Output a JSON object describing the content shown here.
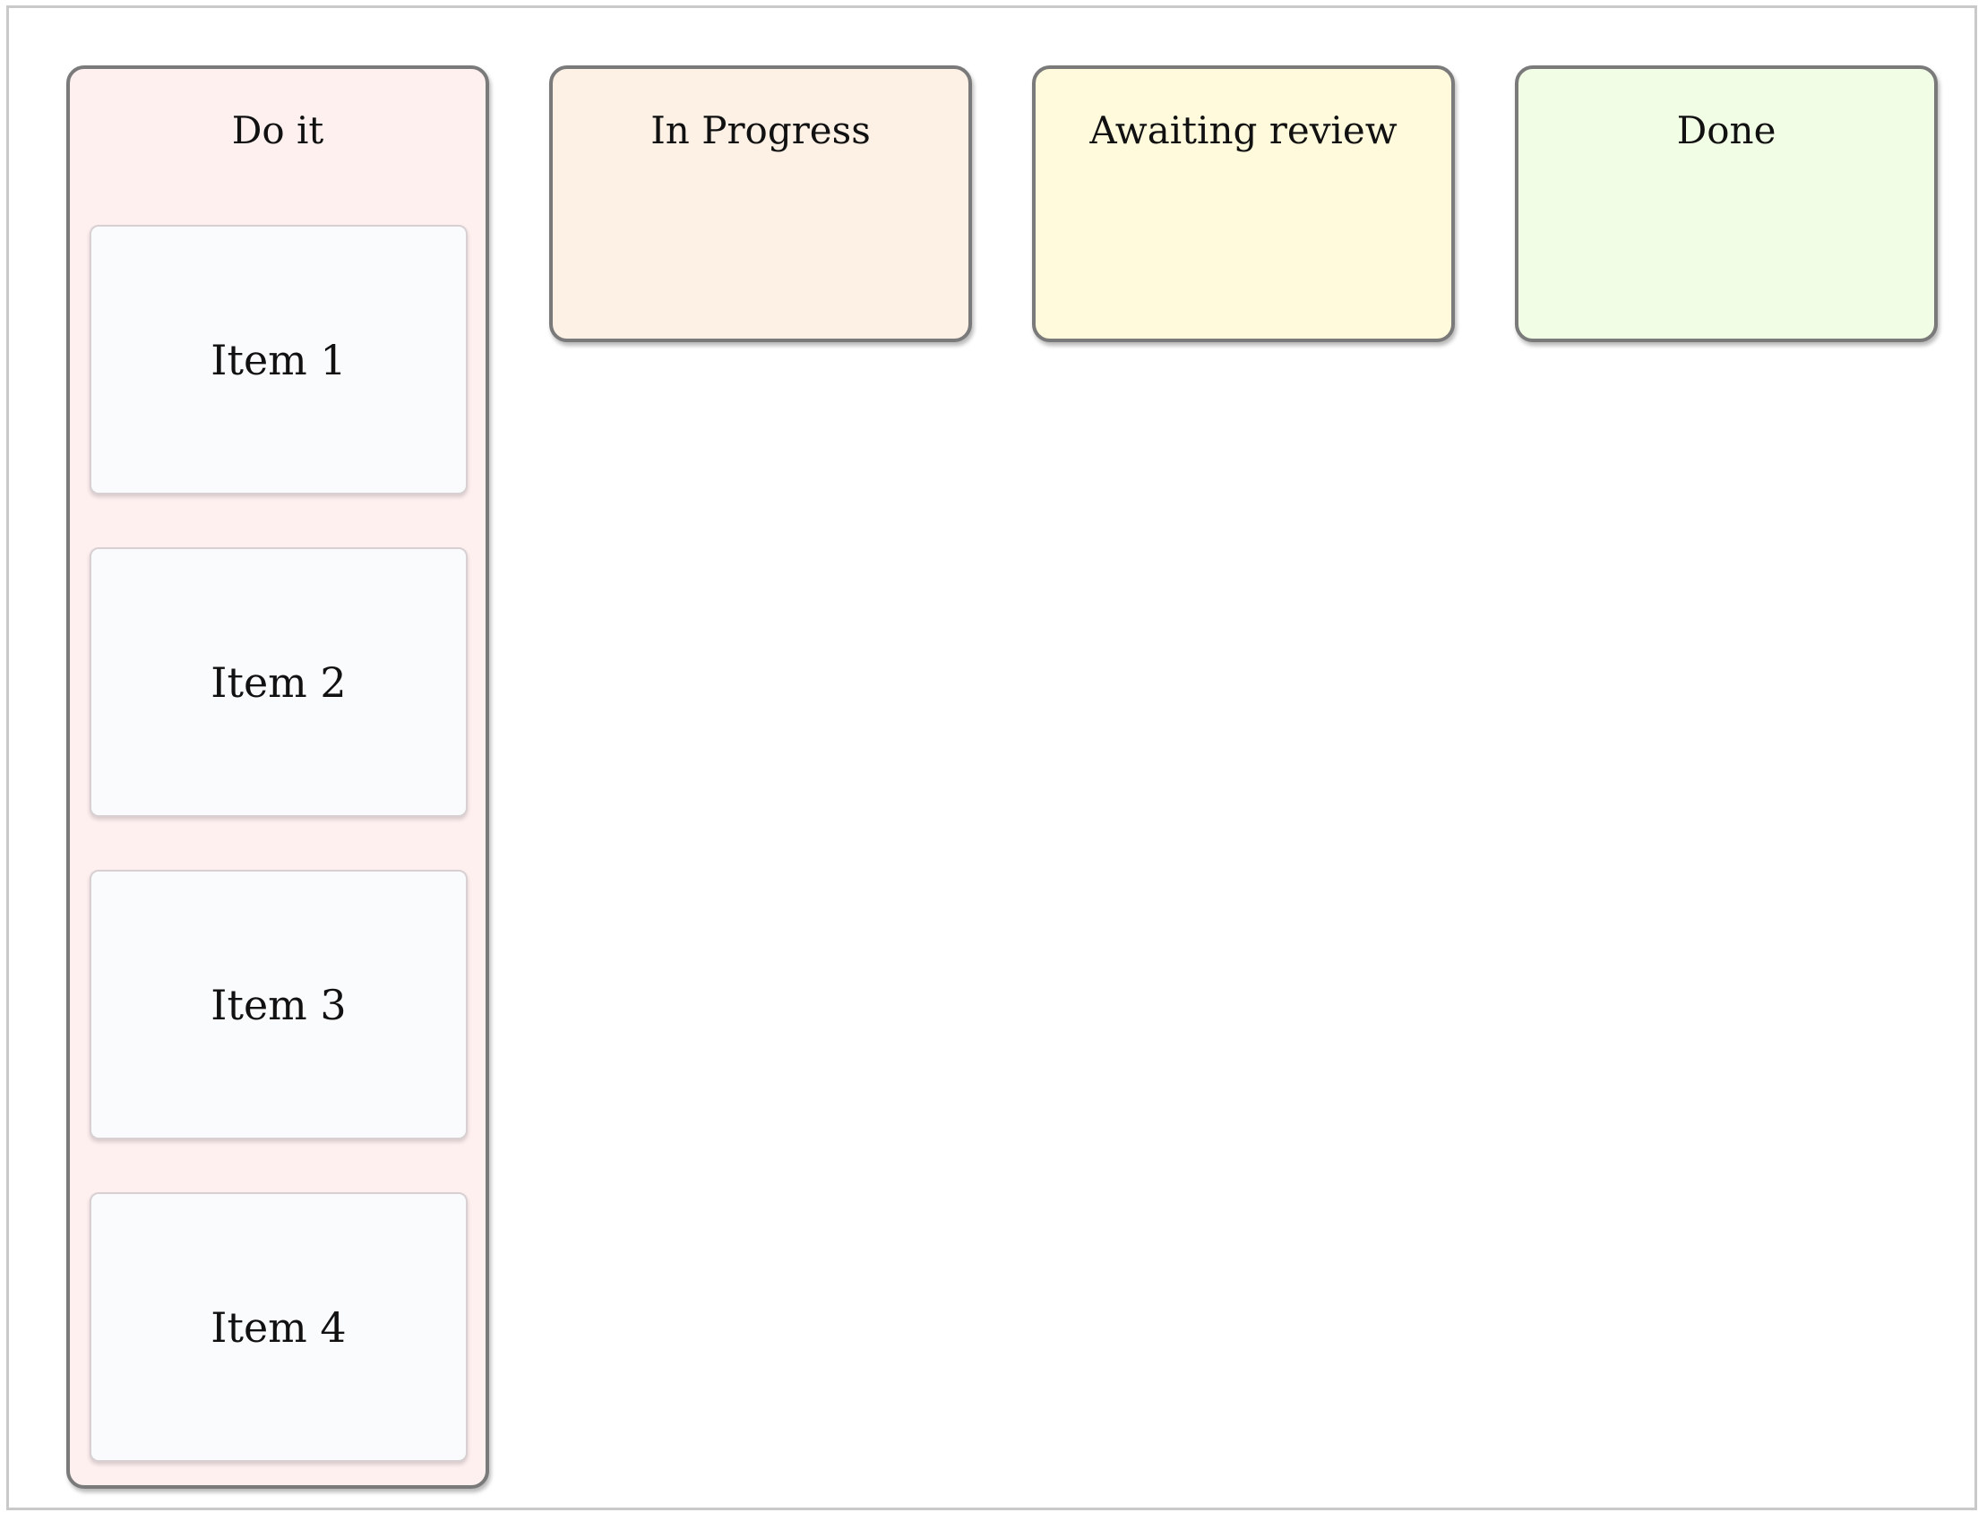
{
  "board": {
    "columns": [
      {
        "title": "Do it",
        "color": "#fff0f0"
      },
      {
        "title": "In Progress",
        "color": "#fdf1e6"
      },
      {
        "title": "Awaiting review",
        "color": "#fffadc"
      },
      {
        "title": "Done",
        "color": "#f2fde6"
      }
    ],
    "todo_items": [
      "Item 1",
      "Item 2",
      "Item 3",
      "Item 4"
    ],
    "card_color": "#fafbfd",
    "border_color": "#7a7a7a"
  }
}
